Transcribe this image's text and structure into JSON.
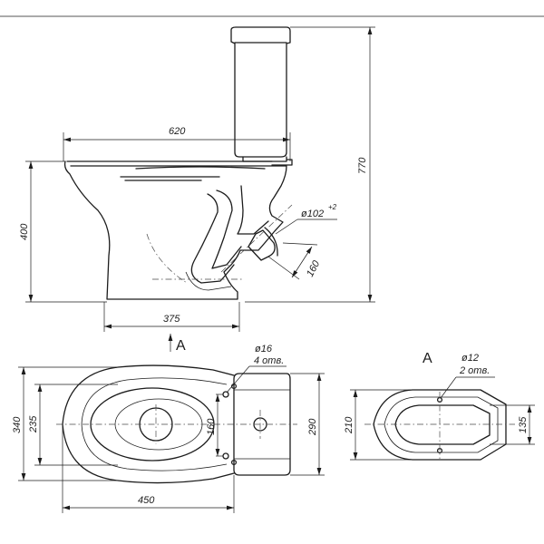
{
  "dimensions": {
    "total_width": "620",
    "total_height": "770",
    "bowl_height": "400",
    "base_length": "375",
    "outlet_diameter": "ø102",
    "outlet_tolerance": "+2",
    "outlet_height": "160",
    "bolt_hole": "ø16",
    "bolt_count": "4 отв.",
    "overall_length": "450",
    "plan_width": "340",
    "bowl_width": "235",
    "bolt_spacing": "160",
    "tank_width": "290",
    "foot_hole": "ø12",
    "foot_hole_count": "2 отв.",
    "foot_width": "210",
    "foot_inner_width": "135"
  },
  "views": {
    "view_arrow": "A",
    "view_title": "A"
  }
}
